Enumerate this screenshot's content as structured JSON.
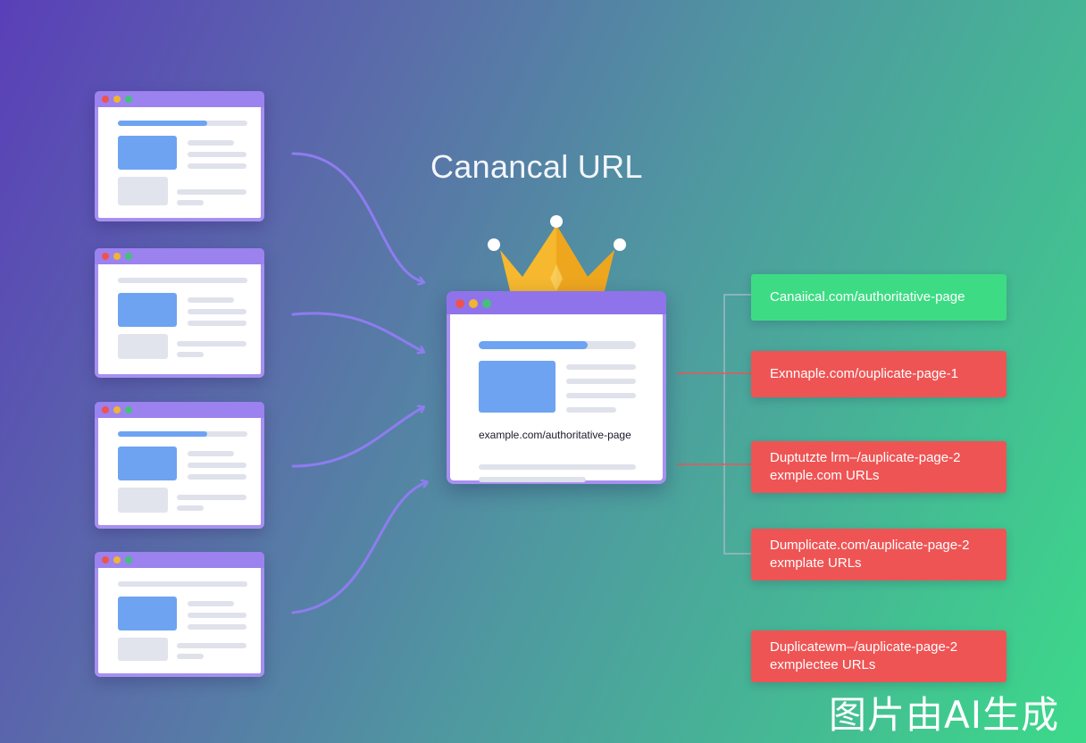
{
  "title": "Canancal URL",
  "main_page": {
    "url": "example.com/authoritative-page"
  },
  "url_boxes": [
    {
      "lines": [
        "Canaiical.com/authoritative-page"
      ],
      "status": "canonical",
      "color": "#3ddc84"
    },
    {
      "lines": [
        "Exnnaple.com/ouplicate-page-1"
      ],
      "status": "duplicate",
      "color": "#ef5454"
    },
    {
      "lines": [
        "Duptutzte lrm–/auplicate-page-2",
        "exmple.com URLs"
      ],
      "status": "duplicate",
      "color": "#ef5454"
    },
    {
      "lines": [
        "Dumplicate.com/auplicate-page-2",
        "exmplate URLs"
      ],
      "status": "duplicate",
      "color": "#ef5454"
    },
    {
      "lines": [
        "Duplicatewm–/auplicate-page-2",
        "exmplectee URLs"
      ],
      "status": "duplicate",
      "color": "#ef5454"
    }
  ],
  "icons": {
    "crown": "crown-icon",
    "window_dots": [
      "red-dot",
      "yellow-dot",
      "green-dot"
    ]
  },
  "colors": {
    "accent_purple": "#a690f0",
    "canonical_green": "#3ddc84",
    "duplicate_red": "#ef5454",
    "crown_gold": "#f5b82e"
  },
  "watermark": "图片由AI生成"
}
